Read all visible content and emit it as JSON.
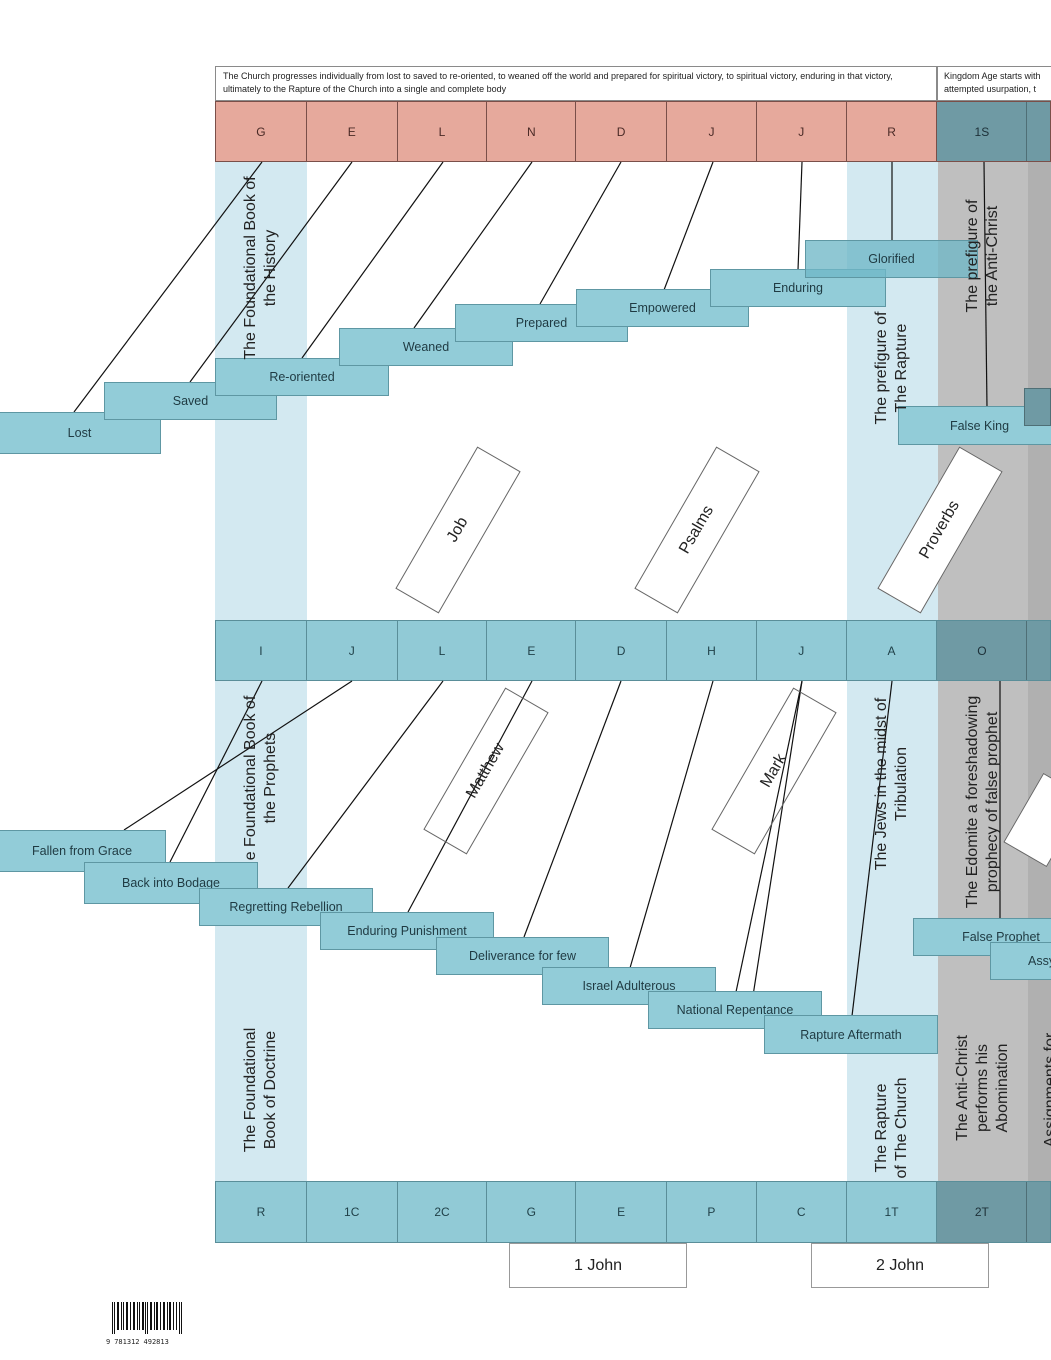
{
  "intro": {
    "left_text": "The Church progresses individually from lost to saved to re-oriented, to weaned off the world and prepared for spiritual victory, to spiritual victory, enduring in that victory, ultimately to the Rapture of the Church into a single and complete body",
    "right_line1": "Kingdom Age starts with",
    "right_line2": "attempted usurpation, t"
  },
  "top_row": [
    "G",
    "E",
    "L",
    "N",
    "D",
    "J",
    "J",
    "R",
    "1S"
  ],
  "mid_row": [
    "I",
    "J",
    "L",
    "E",
    "D",
    "H",
    "J",
    "A",
    "O"
  ],
  "bottom_row": [
    "R",
    "1C",
    "2C",
    "G",
    "E",
    "P",
    "C",
    "1T",
    "2T"
  ],
  "top_steps": [
    "Lost",
    "Saved",
    "Re-oriented",
    "Weaned",
    "Prepared",
    "Empowered",
    "Enduring",
    "Glorified",
    "False King"
  ],
  "mid_steps": [
    "Fallen from Grace",
    "Back into Bodage",
    "Regretting Rebellion",
    "Enduring Punishment",
    "Deliverance for few",
    "Israel Adulterous",
    "National Repentance",
    "Rapture Aftermath",
    "False Prophet",
    "Assy"
  ],
  "vertical": {
    "history": [
      "The Foundational Book of",
      "the History"
    ],
    "prophets": [
      "e Foundational Book of",
      "the Prophets"
    ],
    "doctrine": [
      "The Foundational",
      "Book of Doctrine"
    ],
    "rapture_prefigure": [
      "The prefigure of",
      "The Rapture"
    ],
    "jews": [
      "The Jews in the midst of",
      "Tribulation"
    ],
    "rapture_church": [
      "The Rapture",
      "of The Church"
    ],
    "antichrist_prefigure": [
      "The prefigure of",
      "the Anti-Christ"
    ],
    "edomite": [
      "The Edomite a foreshadowing",
      "prophecy of false prophet"
    ],
    "abomination": [
      "The Anti-Christ",
      "performs his",
      "Abomination"
    ],
    "assignments": [
      "Assignments for"
    ]
  },
  "books": {
    "job": "Job",
    "psalms": "Psalms",
    "proverbs": "Proverbs",
    "matthew": "Matthew",
    "mark": "Mark"
  },
  "john_boxes": [
    "1 John",
    "2 John"
  ],
  "barcode": {
    "left": "9",
    "mid": "781312",
    "right": "492813"
  },
  "colors": {
    "top_band": "#e6a99c",
    "blue_band": "#91cad6",
    "light_column": "#d3e9f1",
    "gray_column": "#bfbfbf",
    "dark_cell": "#6f9aa4"
  }
}
